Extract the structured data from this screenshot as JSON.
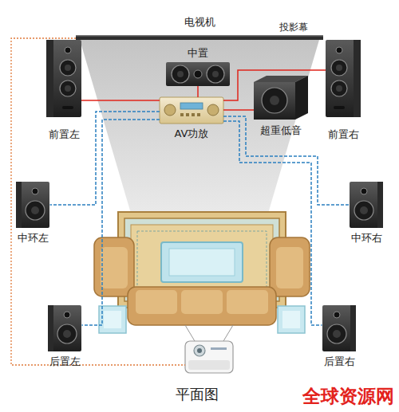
{
  "diagram": {
    "caption": "平面图",
    "nodes": [
      {
        "text": [
          "电视机"
        ]
      },
      {
        "text": [
          "前置左"
        ]
      },
      {
        "text": [
          "中置"
        ]
      },
      {
        "text": [
          "前置右"
        ]
      },
      {
        "text": [
          "AV功放"
        ]
      },
      {
        "text": [
          "超重低音"
        ]
      },
      {
        "text": [
          "中环左"
        ]
      },
      {
        "text": [
          "中环右"
        ]
      },
      {
        "text": [
          "后置左"
        ]
      },
      {
        "text": [
          "后置右"
        ]
      }
    ],
    "edges": [
      {
        "from": 4,
        "to": 2,
        "arrow": "none"
      },
      {
        "from": 4,
        "to": 1,
        "arrow": "none"
      },
      {
        "from": 4,
        "to": 3,
        "arrow": "none"
      },
      {
        "from": 4,
        "to": 5,
        "arrow": "none"
      },
      {
        "from": 4,
        "to": 6,
        "arrow": "none"
      },
      {
        "from": 4,
        "to": 7,
        "arrow": "none"
      },
      {
        "from": 4,
        "to": 8,
        "arrow": "none"
      },
      {
        "from": 4,
        "to": 9,
        "arrow": "none"
      }
    ],
    "labels": [
      "投影幕",
      "全球资源网"
    ]
  }
}
